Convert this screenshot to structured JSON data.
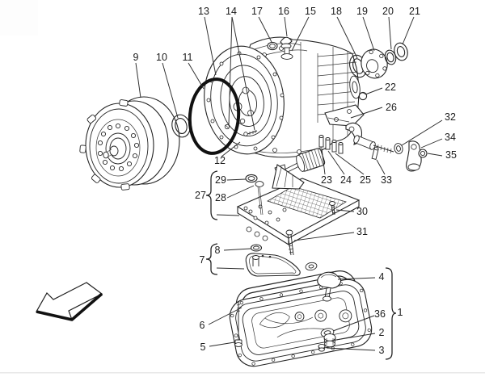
{
  "figure": {
    "type": "exploded-parts-diagram",
    "subject": "gearbox / automatic transmission assembly",
    "background": "#ffffff",
    "line_color": "#242424",
    "oring_color": "#111111",
    "divider_color": "#e7e7e7",
    "direction_arrow_icon": "block-arrow-pointing-lower-left"
  },
  "callouts": {
    "1": "1",
    "2": "2",
    "3": "3",
    "4": "4",
    "5": "5",
    "6": "6",
    "7": "7",
    "8": "8",
    "9": "9",
    "10": "10",
    "11": "11",
    "12": "12",
    "13": "13",
    "14": "14",
    "15": "15",
    "16": "16",
    "17": "17",
    "18": "18",
    "19": "19",
    "20": "20",
    "21": "21",
    "22": "22",
    "23": "23",
    "24": "24",
    "25": "25",
    "26": "26",
    "27": "27",
    "28": "28",
    "29": "29",
    "30": "30",
    "31": "31",
    "32": "32",
    "33": "33",
    "34": "34",
    "35": "35",
    "36": "36"
  },
  "groups": [
    {
      "label": "27",
      "brace": "left",
      "members": [
        "29",
        "28"
      ]
    },
    {
      "label": "7",
      "brace": "left",
      "members": [
        "8"
      ]
    },
    {
      "label": "1",
      "brace": "right",
      "members": [
        "36",
        "2",
        "3"
      ]
    }
  ]
}
